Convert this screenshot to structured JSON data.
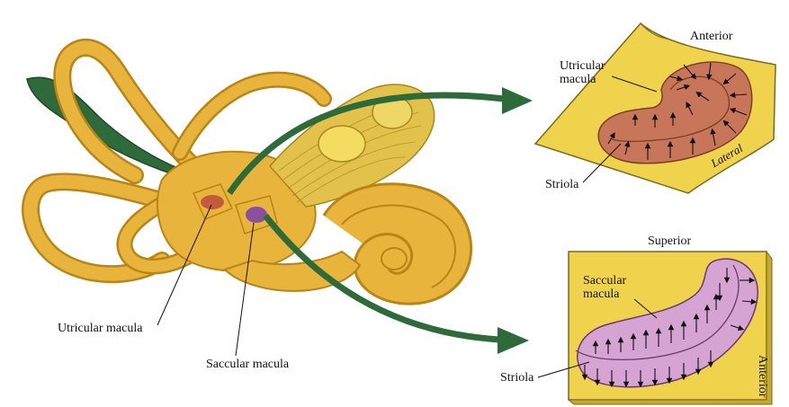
{
  "labels": {
    "utricular_macula_main": "Utricular macula",
    "saccular_macula_main": "Saccular macula",
    "utricular_macula_inset": "Utricular macula",
    "striola_top": "Striola",
    "anterior_top": "Anterior",
    "lateral": "Lateral",
    "superior": "Superior",
    "saccular_macula_inset": "Saccular macula",
    "striola_bottom": "Striola",
    "anterior_side": "Anterior"
  },
  "colors": {
    "bone": "#e8b43c",
    "bone_dark": "#b98516",
    "duct_green": "#2f6a3a",
    "arrow_green": "#2e6b3a",
    "utricle_red": "#c25b3c",
    "saccule_purple": "#8a4fa0",
    "plate_yellow": "#f0d34c",
    "utricular_fill": "#c8765a",
    "saccular_fill": "#d5a4d2"
  }
}
